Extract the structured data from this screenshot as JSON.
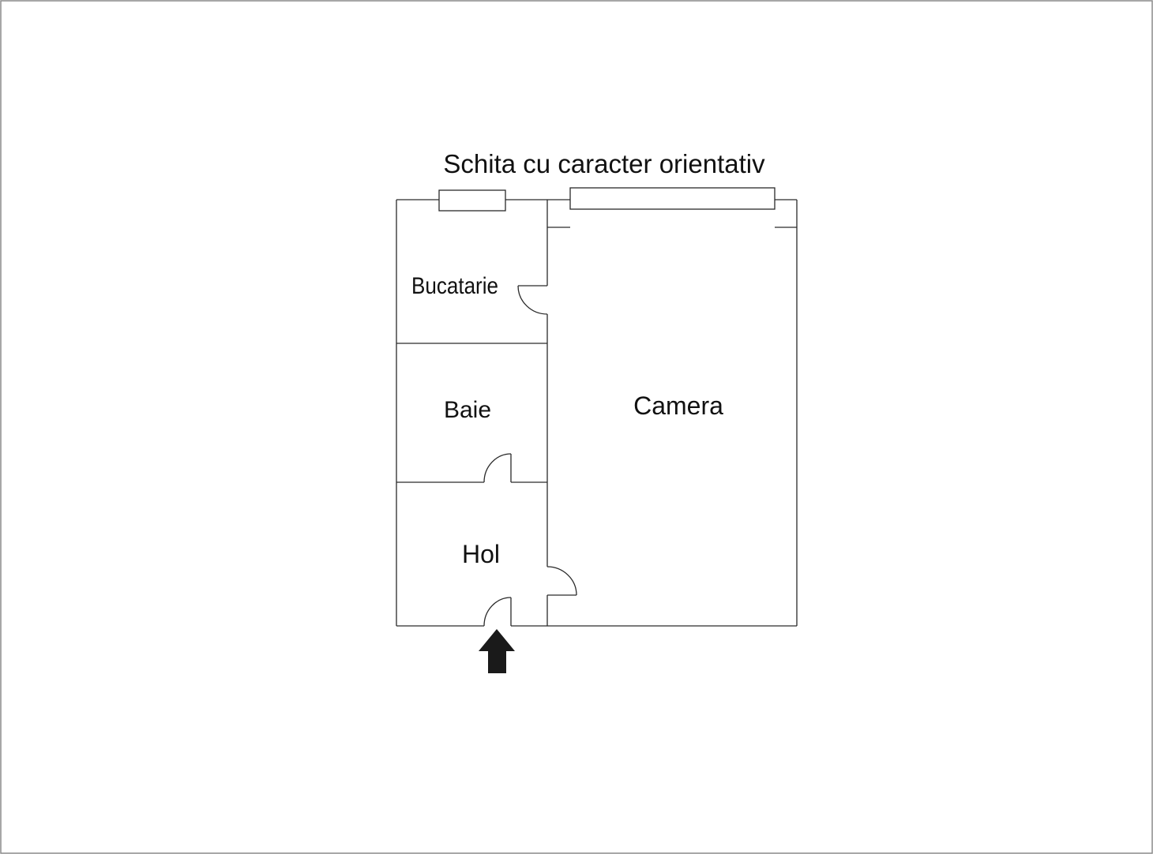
{
  "title": "Schita cu caracter orientativ",
  "rooms": {
    "kitchen": "Bucatarie",
    "bathroom": "Baie",
    "hall": "Hol",
    "room": "Camera"
  },
  "colors": {
    "line": "#2a2a2a",
    "text": "#111111",
    "arrow": "#1a1a1a",
    "frame": "#8a8a8a"
  },
  "icons": {
    "entrance": "arrow-up-icon"
  }
}
